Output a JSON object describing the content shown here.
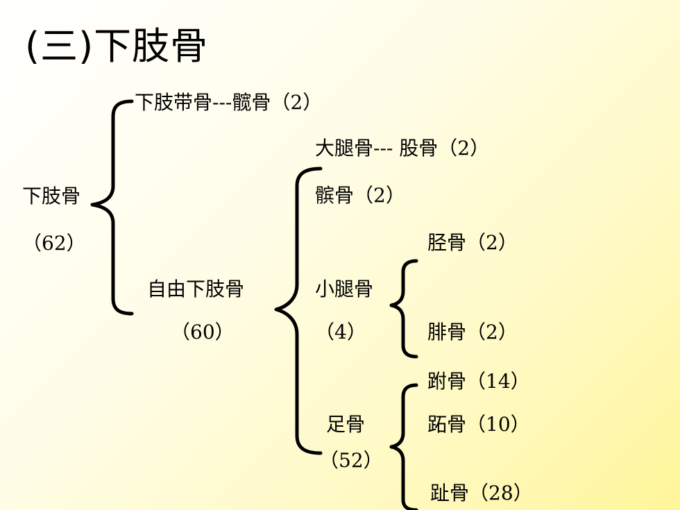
{
  "title": "(三)下肢骨",
  "root": {
    "name": "下肢骨",
    "count": "（62）"
  },
  "girdle": {
    "text": "下肢带骨---髋骨（2）"
  },
  "free_limb": {
    "name": "自由下肢骨",
    "count": "（60）"
  },
  "thigh": {
    "text": "大腿骨--- 股骨（2）"
  },
  "patella": {
    "text": "髌骨（2）"
  },
  "leg": {
    "name": "小腿骨",
    "count": "（4）",
    "items": [
      "胫骨（2）",
      "腓骨（2）"
    ]
  },
  "foot": {
    "name": "足骨",
    "count": "（52）",
    "items": [
      "跗骨（14）",
      "跖骨（10）",
      "趾骨（28）"
    ]
  }
}
